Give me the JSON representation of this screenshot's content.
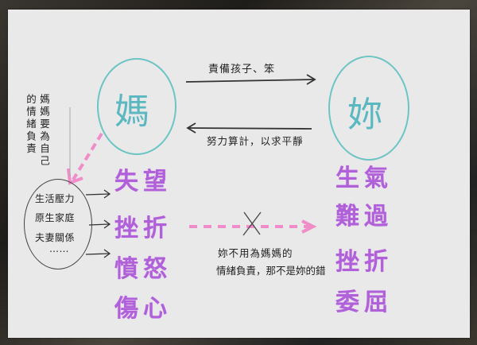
{
  "diagram": {
    "nodes": {
      "mom": {
        "label": "媽",
        "color": "#5bb8c0"
      },
      "you": {
        "label": "妳",
        "color": "#5bb8c0"
      }
    },
    "arrows": {
      "mom_to_you": {
        "label": "責備孩子、笨",
        "direction": "right"
      },
      "you_to_mom": {
        "label": "努力算計，以求平靜",
        "direction": "left"
      },
      "mom_to_stress": {
        "style": "pink-dashed",
        "color": "#f08cc8"
      },
      "mom_emotions_to_you": {
        "style": "pink-dashed-crossed",
        "color": "#f08cc8",
        "crossed": true
      }
    },
    "side_note": {
      "line1": "媽媽要為自己",
      "line2": "的情緒負責"
    },
    "stress_circle": {
      "items": [
        "生活壓力",
        "原生家庭",
        "夫妻關係",
        "……"
      ]
    },
    "mom_emotions": {
      "color": "#b060d8",
      "items": [
        "失望",
        "挫折",
        "憤怒",
        "傷心"
      ]
    },
    "your_emotions": {
      "color": "#b060d8",
      "items": [
        "生氣",
        "難過",
        "挫折",
        "委屈"
      ]
    },
    "bottom_note": {
      "line1": "妳不用為媽媽的",
      "line2": "情緒負責，那不是妳的錯"
    }
  }
}
